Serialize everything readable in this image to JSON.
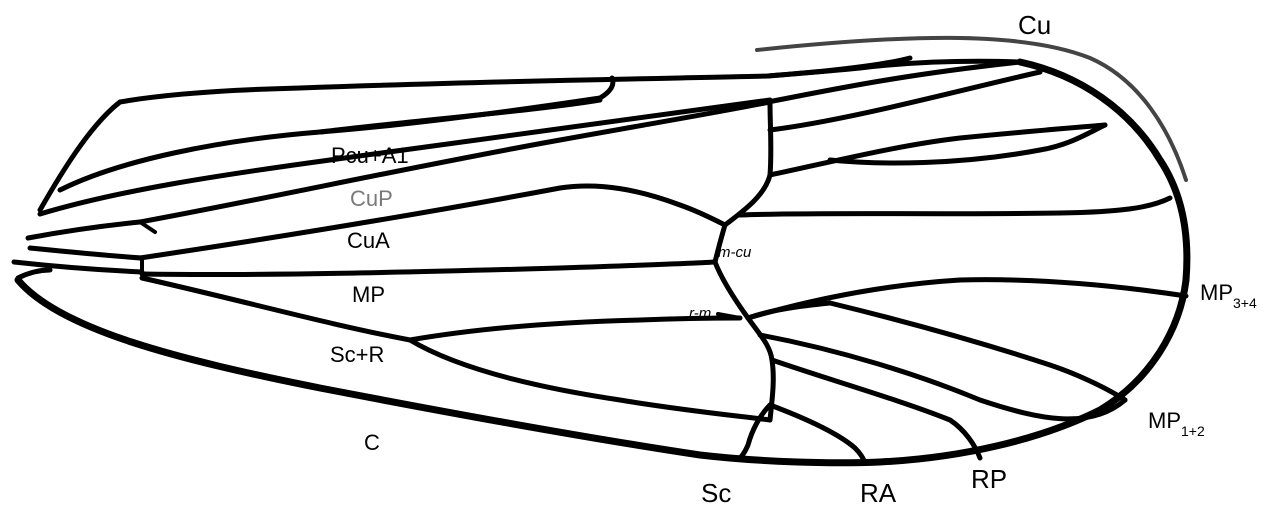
{
  "labels": {
    "cu": "Cu",
    "pcu_a1": "Pcu+A1",
    "cup": "CuP",
    "cua": "CuA",
    "mp": "MP",
    "sc_r": "Sc+R",
    "c": "C",
    "sc": "Sc",
    "ra": "RA",
    "rp": "RP",
    "m_cu": "m-cu",
    "r_m": "r-m",
    "mp34_base": "MP",
    "mp34_sub": "3+4",
    "mp12_base": "MP",
    "mp12_sub": "1+2"
  },
  "colors": {
    "vein": "#000000",
    "cu_arc": "#444444",
    "cup_label": "#7a7a7a",
    "background": "#ffffff"
  }
}
